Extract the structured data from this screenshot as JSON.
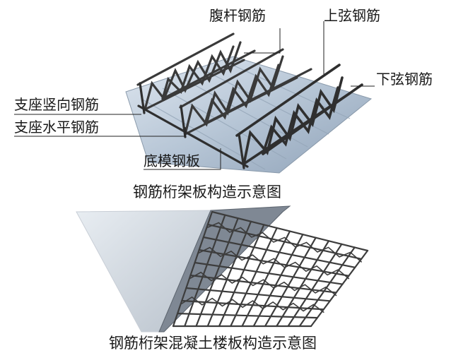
{
  "top_figure": {
    "labels": {
      "web_bar": "腹杆钢筋",
      "top_chord": "上弦钢筋",
      "bottom_chord": "下弦钢筋",
      "support_vertical": "支座竖向钢筋",
      "support_horizontal": "支座水平钢筋",
      "base_plate": "底模钢板"
    },
    "caption": "钢筋桁架板构造示意图"
  },
  "bottom_figure": {
    "caption": "钢筋桁架混凝土楼板构造示意图"
  },
  "colors": {
    "steel_deck": "#a9b8c9",
    "steel_deck_light": "#d3dde8",
    "rebar": "#3a3a3a",
    "leader_line": "#222222"
  }
}
